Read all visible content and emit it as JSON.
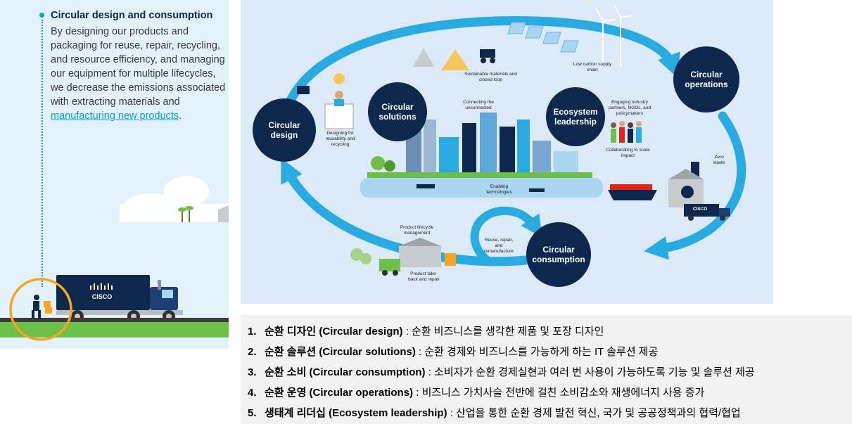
{
  "left_panel": {
    "title": "Circular design and consumption",
    "body": "By designing our products and packaging for reuse, repair, recycling, and resource efficiency, and managing our equipment for multiple lifecycles, we decrease the emissions associated with extracting materials and ",
    "link_text": "manufacturing new products",
    "body_end": ".",
    "truck_logo": "CISCO"
  },
  "diagram": {
    "circles": {
      "design": "Circular design",
      "solutions": "Circular solutions",
      "ecosystem": "Ecosystem leadership",
      "operations": "Circular operations",
      "consumption": "Circular consumption"
    },
    "labels": {
      "sustainable": "Sustainable materials and closed loop",
      "low_carbon": "Low carbon supply chain",
      "connecting": "Connecting the unconnected",
      "engaging": "Engaging industry partners, NGOs, and policymakers",
      "collaborating": "Collaborating to scale impact",
      "designing": "Designing for reusability and recycling",
      "enabling": "Enabling technologies",
      "zero_waste": "Zero waste",
      "plm": "Product lifecycle management",
      "reuse": "Reuse, repair, and remanufacture",
      "takeback": "Product take-back and repair"
    },
    "truck_logo": "CISCO"
  },
  "legend": [
    {
      "num": "1.",
      "term": "순환 디자인 (Circular design)",
      "desc": " : 순환 비즈니스를 생각한 제품 및 포장 디자인"
    },
    {
      "num": "2.",
      "term": "순환 솔루션 (Circular solutions)",
      "desc": " : 순환 경제와 비즈니스를 가능하게 하는 IT 솔루션 제공"
    },
    {
      "num": "3.",
      "term": "순환 소비 (Circular consumption)",
      "desc": " : 소비자가 순환 경제실현과 여러 번 사용이 가능하도록 기능 및 솔루션 제공"
    },
    {
      "num": "4.",
      "term": "순환 운영 (Circular operations)",
      "desc": " : 비즈니스 가치사슬 전반에 걸친 소비감소와 재생에너지 사용 증가"
    },
    {
      "num": "5.",
      "term": "생태계 리더십 (Ecosystem leadership)",
      "desc": " : 산업을 통한 순환 경제 발전 혁신, 국가 및 공공정책과의 협력/협업"
    }
  ],
  "colors": {
    "navy": "#0d274d",
    "cyan": "#29abe2",
    "link": "#049fd9",
    "panel_bg": "#e3f1fb"
  }
}
